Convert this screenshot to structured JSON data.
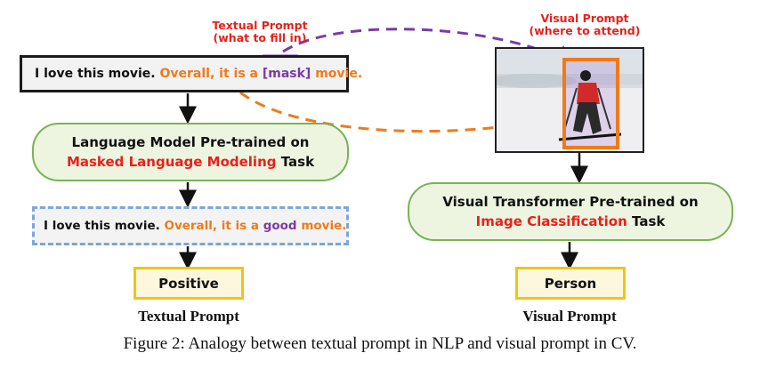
{
  "nlp": {
    "annotation_line1": "Textual Prompt",
    "annotation_line2": "(what to fill in)",
    "input_plain": "I love this movie.",
    "input_prompt_pre": "Overall, it is a",
    "input_mask": "[mask]",
    "input_prompt_post": "movie.",
    "model_line1": "Language Model Pre-trained on",
    "model_task_highlight": "Masked Language Modeling",
    "model_task_suffix": "Task",
    "output_plain": "I love this movie.",
    "output_prompt_pre": "Overall, it is a",
    "output_fill": "good",
    "output_prompt_post": "movie.",
    "answer": "Positive",
    "subtitle": "Textual Prompt"
  },
  "cv": {
    "annotation_line1": "Visual Prompt",
    "annotation_line2": "(where to attend)",
    "model_line1": "Visual Transformer Pre-trained on",
    "model_task_highlight": "Image Classification",
    "model_task_suffix": "Task",
    "answer": "Person",
    "subtitle": "Visual Prompt"
  },
  "caption": "Figure 2: Analogy between textual prompt in NLP and visual prompt in CV.",
  "colors": {
    "prompt_orange": "#f07a1a",
    "mask_purple": "#7a3aa6",
    "highlight_red": "#e8211a",
    "pill_green_border": "#79b353",
    "answer_gold": "#f0c419",
    "output_dash_blue": "#7ca7dc"
  }
}
